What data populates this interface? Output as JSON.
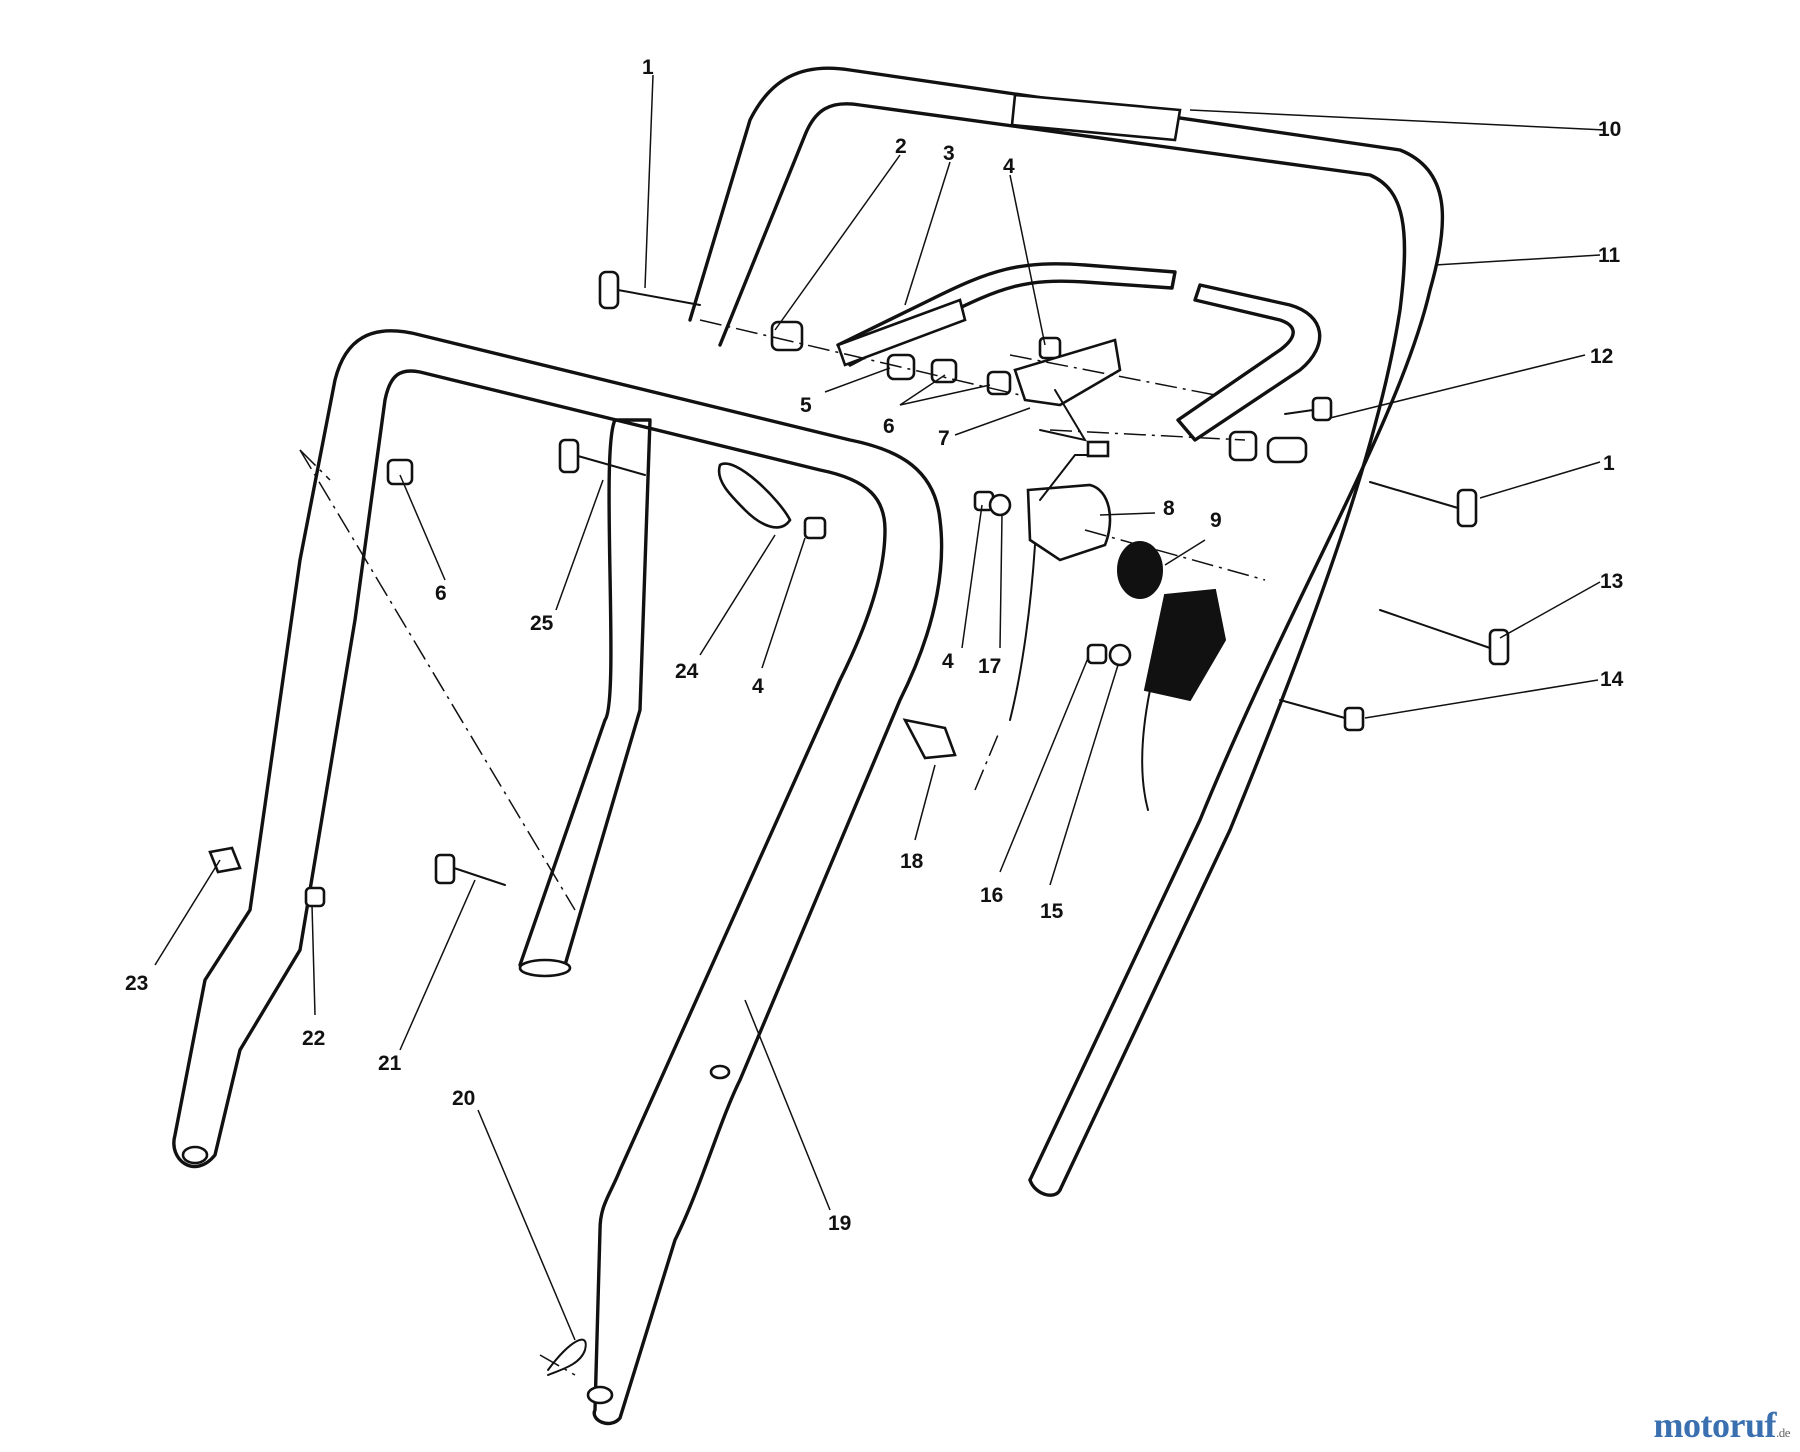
{
  "callouts": [
    {
      "id": "c1a",
      "text": "1"
    },
    {
      "id": "c2",
      "text": "2"
    },
    {
      "id": "c3",
      "text": "3"
    },
    {
      "id": "c4a",
      "text": "4"
    },
    {
      "id": "c10",
      "text": "10"
    },
    {
      "id": "c11",
      "text": "11"
    },
    {
      "id": "c12",
      "text": "12"
    },
    {
      "id": "c5",
      "text": "5"
    },
    {
      "id": "c6a",
      "text": "6"
    },
    {
      "id": "c7",
      "text": "7"
    },
    {
      "id": "c1b",
      "text": "1"
    },
    {
      "id": "c8",
      "text": "8"
    },
    {
      "id": "c9",
      "text": "9"
    },
    {
      "id": "c13",
      "text": "13"
    },
    {
      "id": "c14",
      "text": "14"
    },
    {
      "id": "c6b",
      "text": "6"
    },
    {
      "id": "c25",
      "text": "25"
    },
    {
      "id": "c24",
      "text": "24"
    },
    {
      "id": "c4b",
      "text": "4"
    },
    {
      "id": "c4c",
      "text": "4"
    },
    {
      "id": "c17",
      "text": "17"
    },
    {
      "id": "c18",
      "text": "18"
    },
    {
      "id": "c16",
      "text": "16"
    },
    {
      "id": "c15",
      "text": "15"
    },
    {
      "id": "c23",
      "text": "23"
    },
    {
      "id": "c22",
      "text": "22"
    },
    {
      "id": "c21",
      "text": "21"
    },
    {
      "id": "c20",
      "text": "20"
    },
    {
      "id": "c19",
      "text": "19"
    }
  ],
  "watermark": {
    "brand": "motoruf",
    "tld": ".de",
    "color": "#3a6fb0"
  }
}
